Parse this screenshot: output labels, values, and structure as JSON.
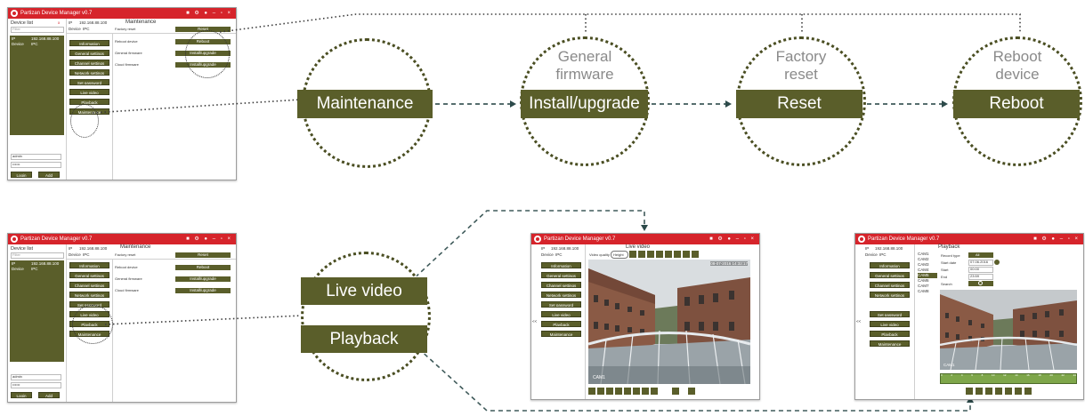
{
  "app": {
    "title": "Partizan Device Manager v0.7",
    "controls": "■ ⚙ ● – ▫ ×"
  },
  "sidebar": {
    "title": "Device list",
    "filter_placeholder": "Filter",
    "row_ip": "192.168.88.100",
    "row_ip_label": "IP",
    "row_name": "IPC",
    "row_name_label": "Device",
    "login_value": "admin",
    "password_value": "••••••",
    "login_button": "Login",
    "add_button": "Add"
  },
  "device_header": {
    "ip_label": "IP",
    "ip_value": "192.168.88.100",
    "device_label": "Device",
    "device_value": "IPC"
  },
  "menu": [
    "Information",
    "General settings",
    "Channel settings",
    "Network settings",
    "Set password",
    "Live video",
    "Playback",
    "Maintenance"
  ],
  "maintenance_panel": {
    "title": "Maintenance",
    "rows": [
      {
        "label": "Factory reset",
        "button": "Reset"
      },
      {
        "label": "Reboot device",
        "button": "Reboot"
      },
      {
        "label": "General firmware",
        "button": "Install/upgrade"
      },
      {
        "label": "Cloud firmware",
        "button": "Install/upgrade"
      }
    ]
  },
  "live_video_panel": {
    "title": "Live video",
    "quality_label": "Video quality",
    "quality_value": "Height",
    "timestamp": "08-07-2016 14:32:17",
    "cam_label": "CAM1"
  },
  "playback_panel": {
    "title": "Playback",
    "cams": [
      "CAM1",
      "CAM2",
      "CAM3",
      "CAM4",
      "CAM5",
      "CAM6",
      "CAM7",
      "CAM8"
    ],
    "record_type_label": "Record type",
    "record_type_value": "All",
    "start_date_label": "Start date",
    "start_date_value": "07.06.2016",
    "start_label": "Start",
    "start_value": "00:00",
    "end_label": "End",
    "end_value": "23:59",
    "search_label": "Search",
    "cam_label": "CAM1",
    "timeline_labels": [
      "0",
      "1",
      "2",
      "3",
      "4",
      "5",
      "6",
      "7",
      "8",
      "9",
      "10",
      "11",
      "12",
      "13",
      "14",
      "15",
      "16",
      "17",
      "18",
      "19",
      "20",
      "21",
      "22",
      "23",
      "24"
    ]
  },
  "flow_top": {
    "steps": [
      {
        "caption": "",
        "banner": "Maintenance"
      },
      {
        "caption": "General firmware",
        "banner": "Install/upgrade"
      },
      {
        "caption": "Factory reset",
        "banner": "Reset"
      },
      {
        "caption": "Reboot device",
        "banner": "Reboot"
      }
    ]
  },
  "flow_bottom": {
    "banners": [
      "Live video",
      "Playback"
    ]
  },
  "colors": {
    "accent_red": "#d6242b",
    "olive": "#5a5e2a",
    "caption_grey": "#8a8a8a",
    "connector": "#3f5a5a"
  }
}
